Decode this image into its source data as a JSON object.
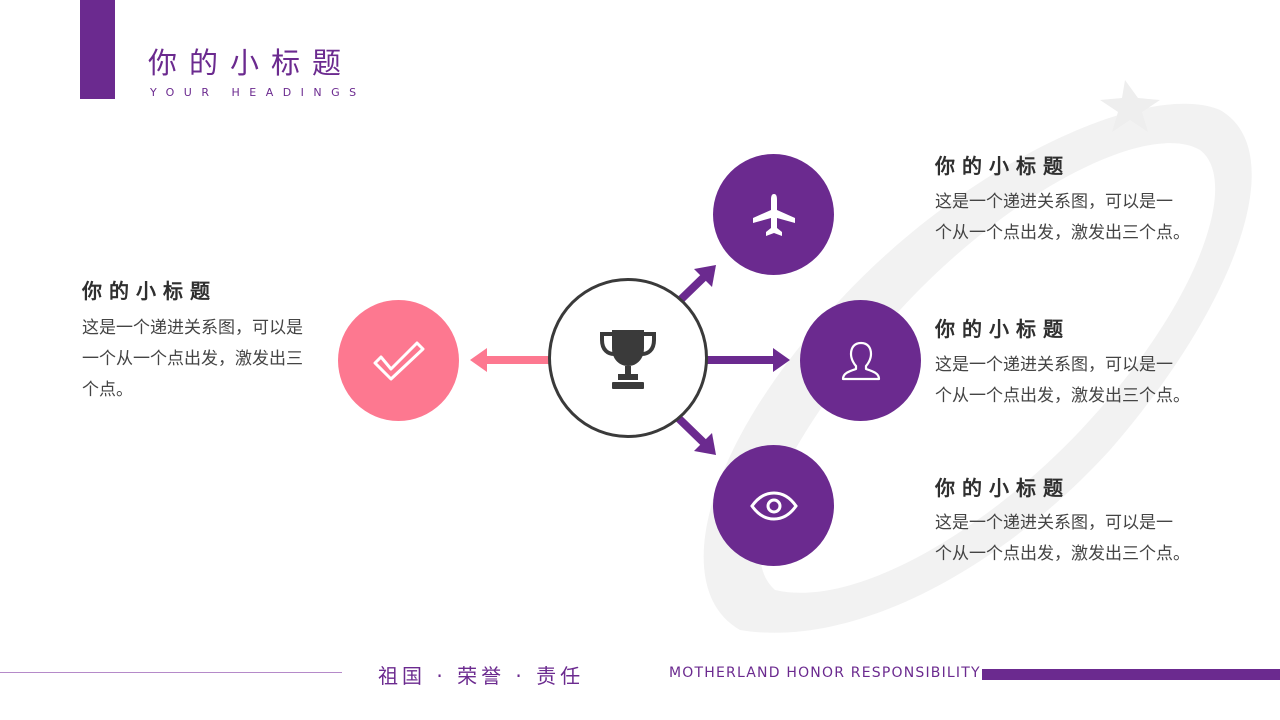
{
  "header": {
    "title": "你的小标题",
    "subtitle": "YOUR HEADINGS"
  },
  "left_block": {
    "title": "你的小标题",
    "desc_lines": [
      "这是一个递进关系图，可以是",
      "一个从一个点出发，激发出三",
      "个点。"
    ]
  },
  "right_blocks": [
    {
      "title": "你的小标题",
      "desc_lines": [
        "这是一个递进关系图，可以是一",
        "个从一个点出发，激发出三个点。"
      ]
    },
    {
      "title": "你的小标题",
      "desc_lines": [
        "这是一个递进关系图，可以是一",
        "个从一个点出发，激发出三个点。"
      ]
    },
    {
      "title": "你的小标题",
      "desc_lines": [
        "这是一个递进关系图，可以是一",
        "个从一个点出发，激发出三个点。"
      ]
    }
  ],
  "icons": {
    "center": "trophy-icon",
    "left": "check-icon",
    "right": [
      "airplane-icon",
      "user-icon",
      "eye-icon"
    ]
  },
  "colors": {
    "purple": "#6b2a8f",
    "pink": "#fd7890",
    "dark": "#3a3a3a"
  },
  "footer": {
    "chinese": "祖国 · 荣誉 · 责任",
    "english": "MOTHERLAND HONOR RESPONSIBILITY"
  }
}
